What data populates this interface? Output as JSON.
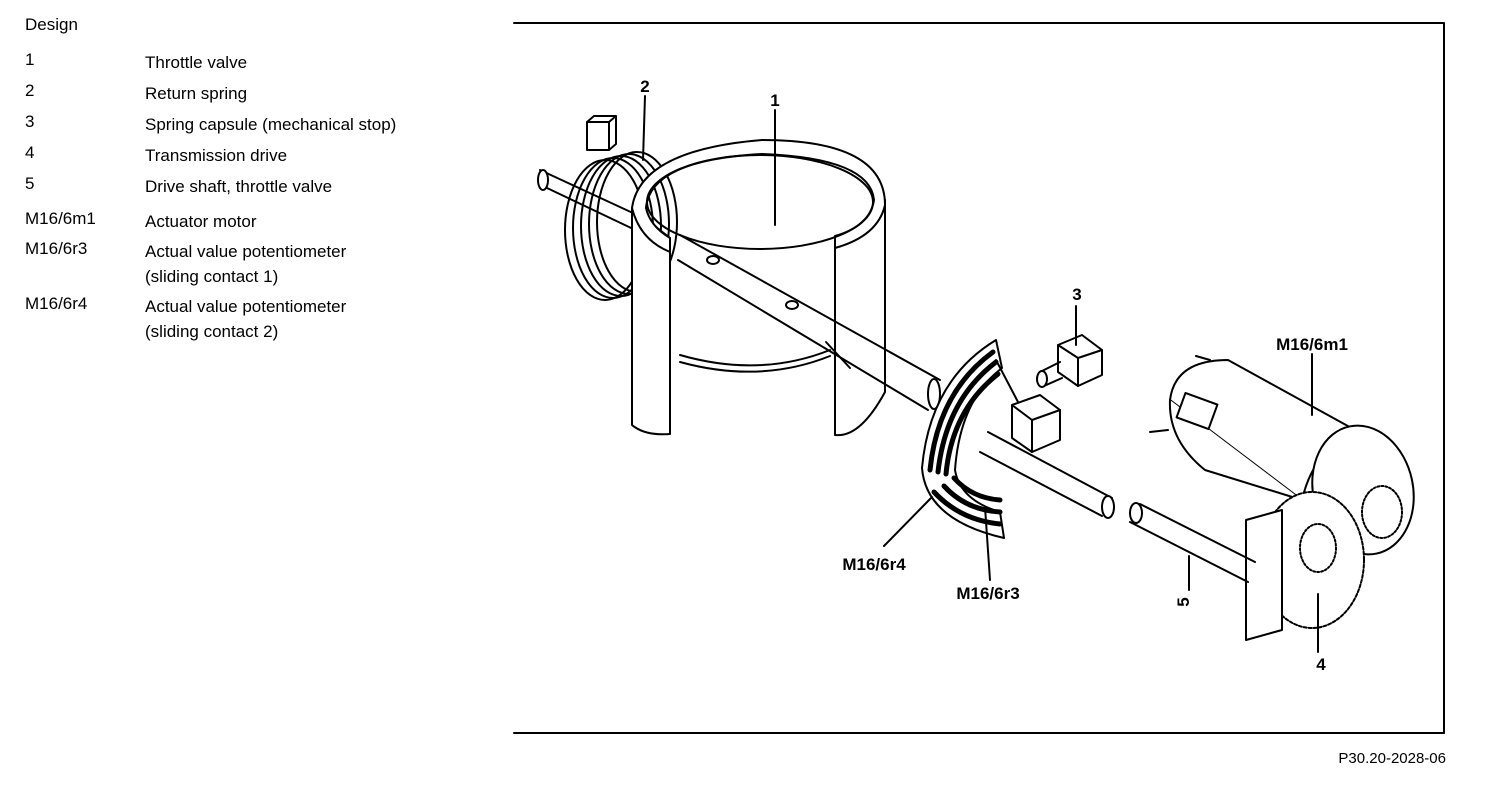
{
  "legend": {
    "title": "Design",
    "items": [
      {
        "code": "1",
        "desc": "Throttle valve"
      },
      {
        "code": "2",
        "desc": "Return spring"
      },
      {
        "code": "3",
        "desc": "Spring capsule (mechanical stop)"
      },
      {
        "code": "4",
        "desc": "Transmission drive"
      },
      {
        "code": "5",
        "desc": "Drive shaft, throttle valve"
      },
      {
        "code": "M16/6m1",
        "desc": "Actuator motor"
      },
      {
        "code": "M16/6r3",
        "desc": "Actual value potentiometer",
        "desc2": "(sliding contact 1)"
      },
      {
        "code": "M16/6r4",
        "desc": "Actual value potentiometer",
        "desc2": "(sliding contact 2)"
      }
    ]
  },
  "callouts": {
    "c1": "1",
    "c2": "2",
    "c3": "3",
    "c4": "4",
    "c5": "5",
    "m1": "M16/6m1",
    "r3": "M16/6r3",
    "r4": "M16/6r4"
  },
  "figure_id": "P30.20-2028-06"
}
